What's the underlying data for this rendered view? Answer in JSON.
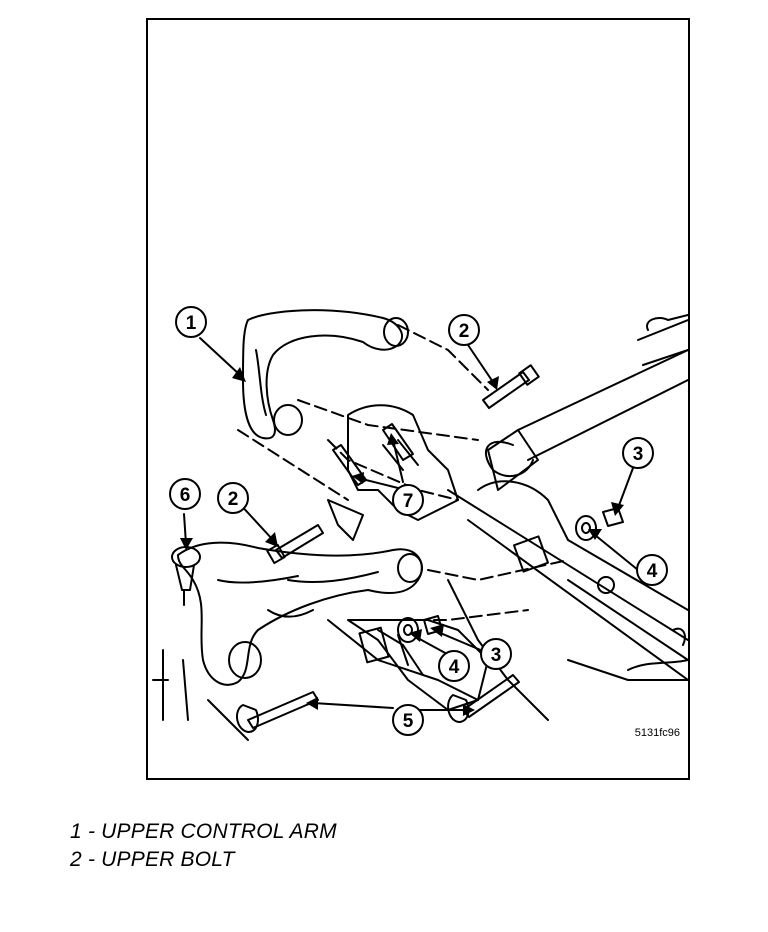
{
  "figure": {
    "code": "5131fc96",
    "callouts": [
      "1",
      "2",
      "2",
      "3",
      "3",
      "4",
      "4",
      "5",
      "6",
      "7"
    ]
  },
  "legend": [
    {
      "number": "1",
      "text": "UPPER CONTROL ARM"
    },
    {
      "number": "2",
      "text": "UPPER BOLT"
    }
  ]
}
